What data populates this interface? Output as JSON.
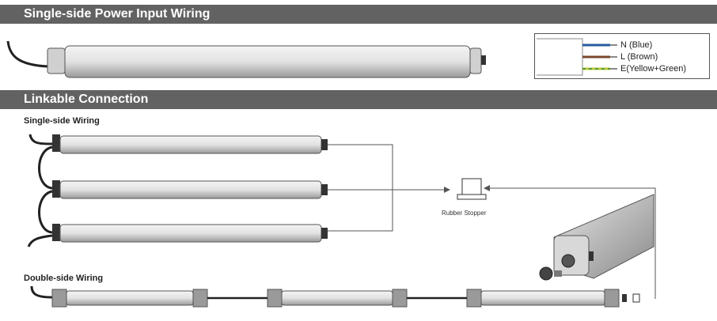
{
  "sections": {
    "power_input": "Single-side Power Input Wiring",
    "linkable": "Linkable Connection"
  },
  "sublabels": {
    "single_side": "Single-side Wiring",
    "double_side": "Double-side Wiring",
    "stopper": "Rubber Stopper"
  },
  "wires": [
    {
      "label": "N (Blue)",
      "color": "#2a5d9f"
    },
    {
      "label": "L (Brown)",
      "color": "#7a4a2e"
    },
    {
      "label": "E(Yellow+Green)",
      "color": "#b7c93a"
    }
  ]
}
